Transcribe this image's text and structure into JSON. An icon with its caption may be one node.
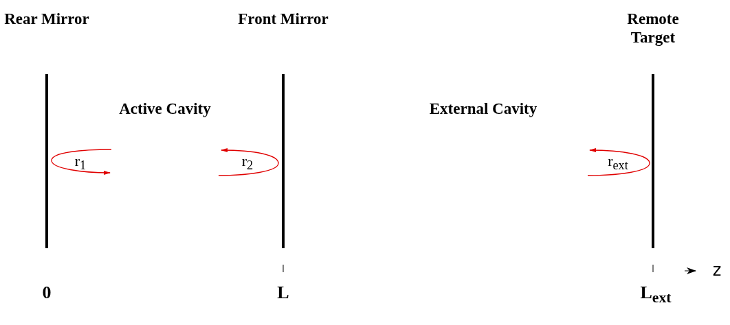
{
  "diagram": {
    "nodes": [
      {
        "text": [
          "Rear Mirror"
        ]
      },
      {
        "text": [
          "Front Mirror"
        ]
      },
      {
        "text": [
          "Remote Target"
        ]
      }
    ],
    "labels": [
      "Active Cavity",
      "External Cavity",
      "r$_{1}$",
      "r$_{2}$",
      "r$_{ext}$",
      "0",
      "L",
      "L$_{ext}$",
      "z"
    ]
  }
}
